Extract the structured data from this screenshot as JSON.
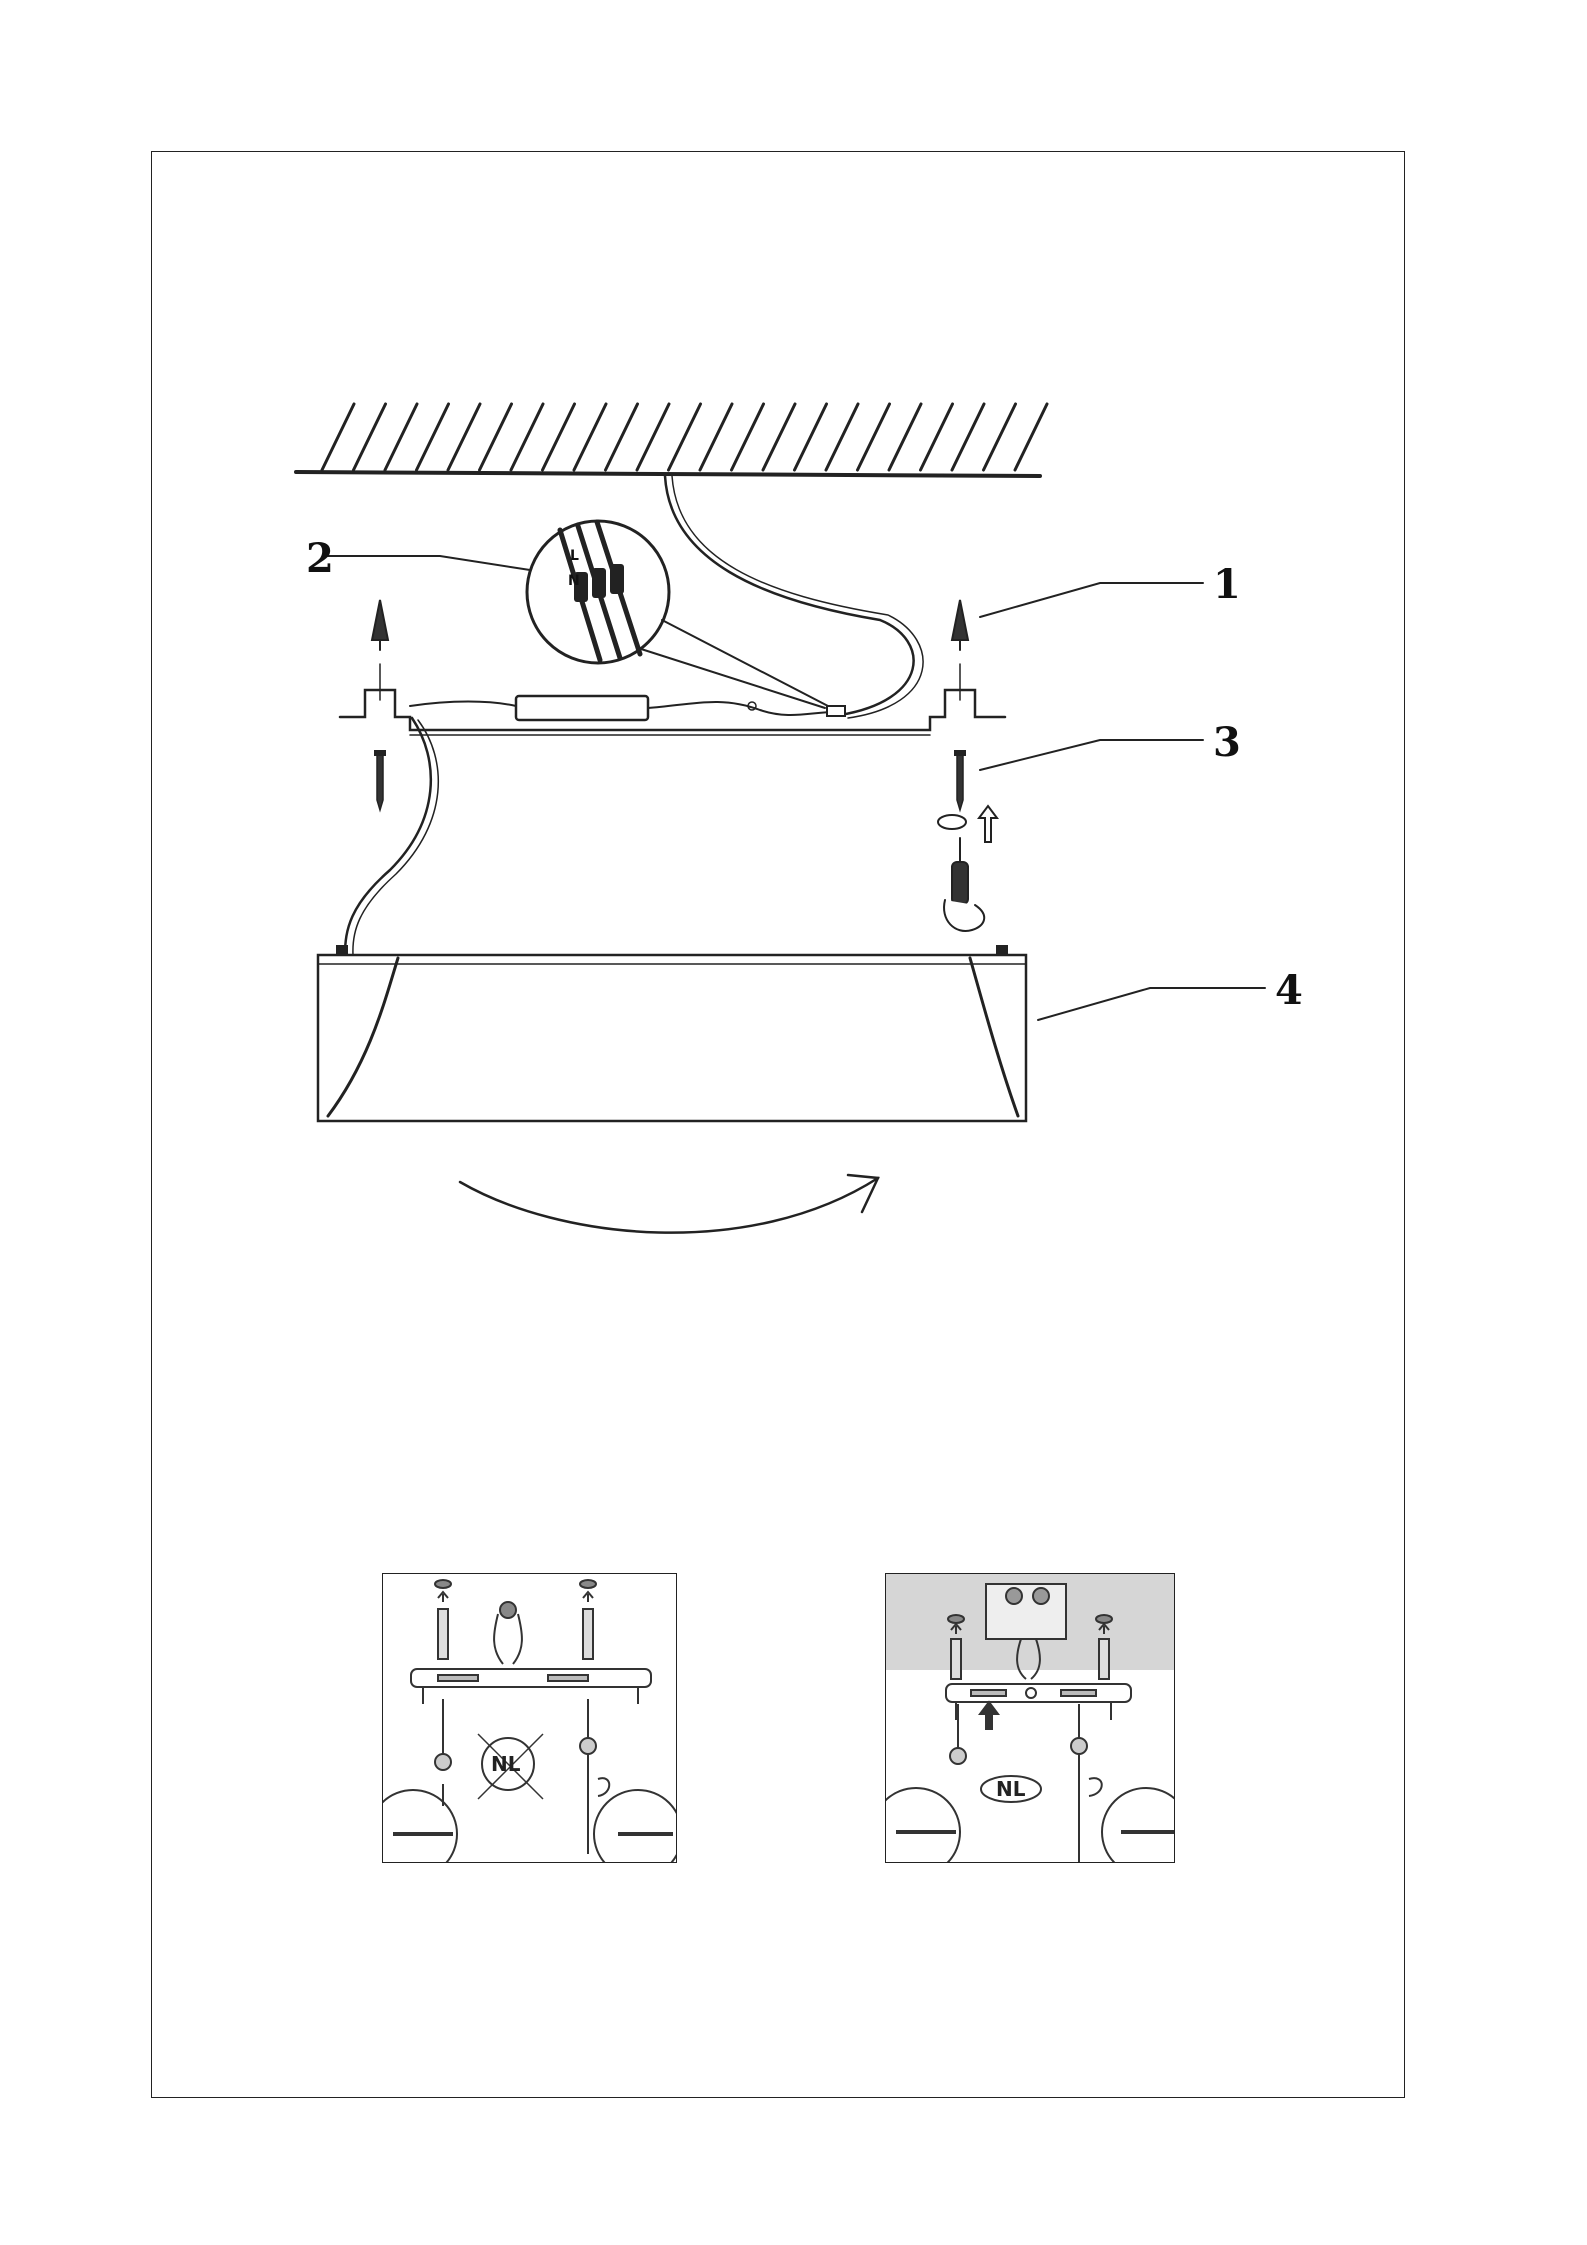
{
  "main_diagram": {
    "callouts": [
      "1",
      "2",
      "3",
      "4"
    ],
    "wire_labels": {
      "l": "L",
      "n": "N"
    }
  },
  "panel_left": {
    "badge": "NL"
  },
  "panel_right": {
    "badge": "NL"
  }
}
